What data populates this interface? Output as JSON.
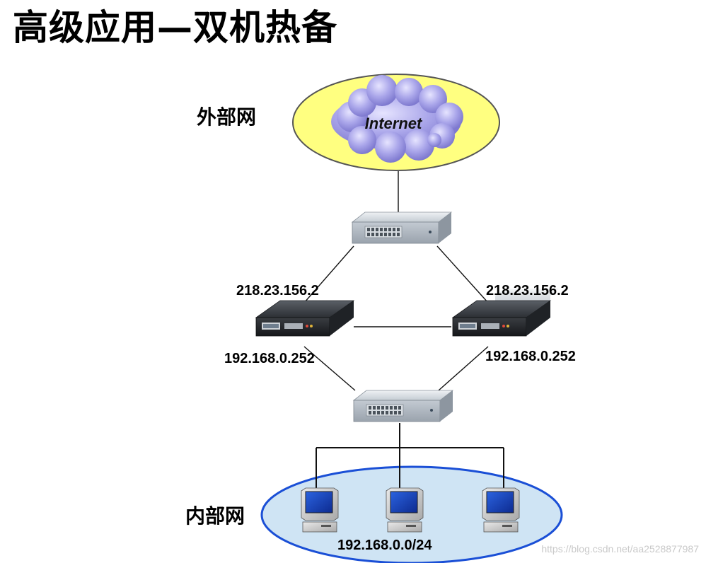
{
  "title": "高级应用—双机热备",
  "zones": {
    "external": "外部网",
    "internal": "内部网"
  },
  "cloud_label": "Internet",
  "devices": {
    "left_firewall": {
      "wan_ip": "218.23.156.2",
      "lan_ip": "192.168.0.252"
    },
    "right_firewall": {
      "wan_ip": "218.23.156.2",
      "lan_ip": "192.168.0.252"
    }
  },
  "lan_subnet": "192.168.0.0/24",
  "watermark": "https://blog.csdn.net/aa2528877987",
  "colors": {
    "external_zone_fill": "#ffff80",
    "internal_zone_fill": "#cfe4f4",
    "internal_zone_border": "#1a4fd6",
    "cloud_fill": "#a9a6e8"
  }
}
